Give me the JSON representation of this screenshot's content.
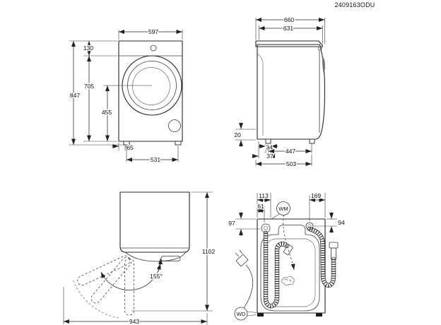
{
  "doc_number": "2409163ODU",
  "front_view": {
    "width": "597",
    "top_to_panel": "130",
    "total_height": "847",
    "panel_to_bottom": "705",
    "door_center_to_bottom": "455",
    "side_to_foot": "65",
    "feet_spacing": "531"
  },
  "side_view": {
    "total_depth": "660",
    "body_depth": "631",
    "base_clearance": "20",
    "foot_width": "34",
    "feet_spacing": "447",
    "rear_to_foot": "37",
    "feet_total_depth": "503"
  },
  "door_view": {
    "depth_door_open": "1102",
    "door_opening_angle": "155°",
    "width_door_open": "943"
  },
  "rear_view": {
    "drain_offset_left": "113",
    "valve_offset_left": "61",
    "inlet_offset_right": "169",
    "drain_offset_top": "97",
    "inlet_offset_top": "94",
    "wm_label": "WM",
    "wd_label": "WD"
  }
}
